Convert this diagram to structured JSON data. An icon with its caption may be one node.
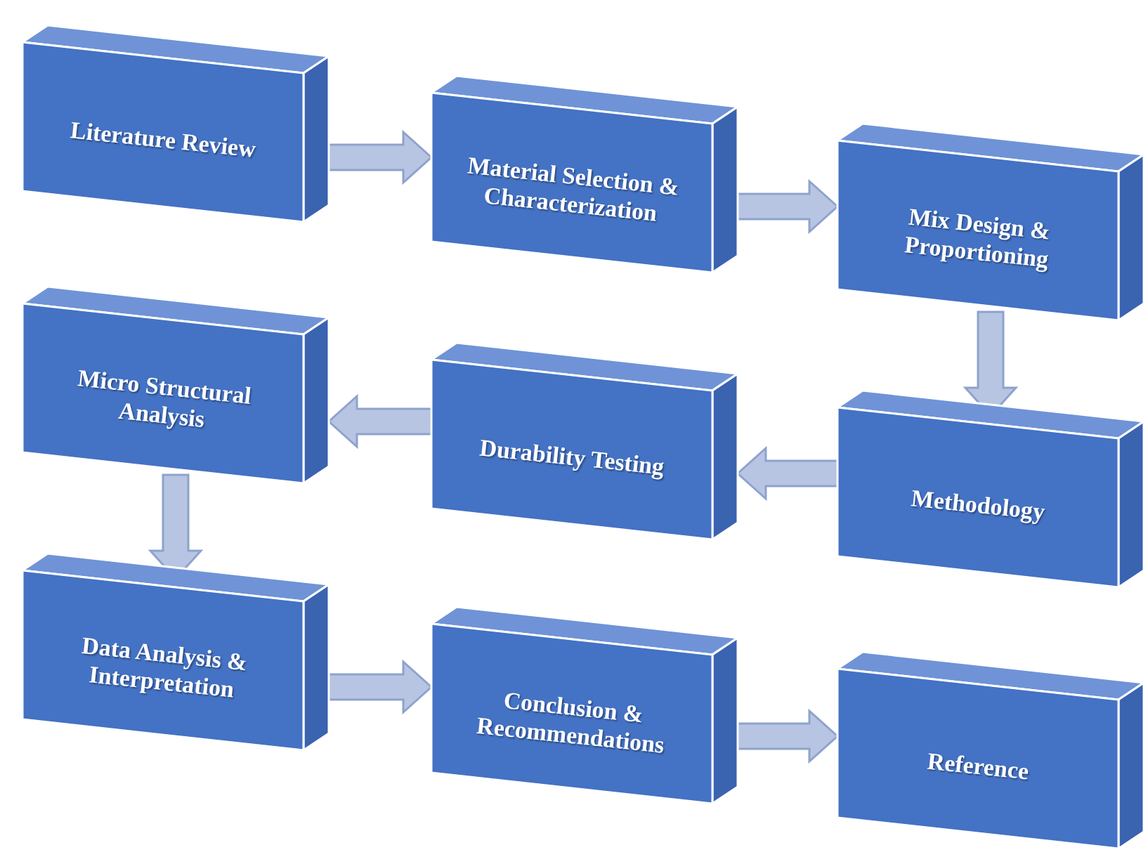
{
  "diagram": {
    "nodes": [
      {
        "text": [
          "Literature Review"
        ]
      },
      {
        "text": [
          "Material Selection & Characterization"
        ]
      },
      {
        "text": [
          "Mix Design & Proportioning"
        ]
      },
      {
        "text": [
          "Micro Structural Analysis"
        ]
      },
      {
        "text": [
          "Durability Testing"
        ]
      },
      {
        "text": [
          "Methodology"
        ]
      },
      {
        "text": [
          "Data Analysis & Interpretation"
        ]
      },
      {
        "text": [
          "Conclusion & Recommendations"
        ]
      },
      {
        "text": [
          "Reference"
        ]
      }
    ],
    "edges": [
      {
        "from": 0,
        "to": 1,
        "arrow": "to"
      },
      {
        "from": 1,
        "to": 2,
        "arrow": "to"
      },
      {
        "from": 2,
        "to": 5,
        "arrow": "to"
      },
      {
        "from": 5,
        "to": 4,
        "arrow": "to"
      },
      {
        "from": 4,
        "to": 3,
        "arrow": "to"
      },
      {
        "from": 3,
        "to": 6,
        "arrow": "to"
      },
      {
        "from": 6,
        "to": 7,
        "arrow": "to"
      },
      {
        "from": 7,
        "to": 8,
        "arrow": "to"
      }
    ]
  }
}
